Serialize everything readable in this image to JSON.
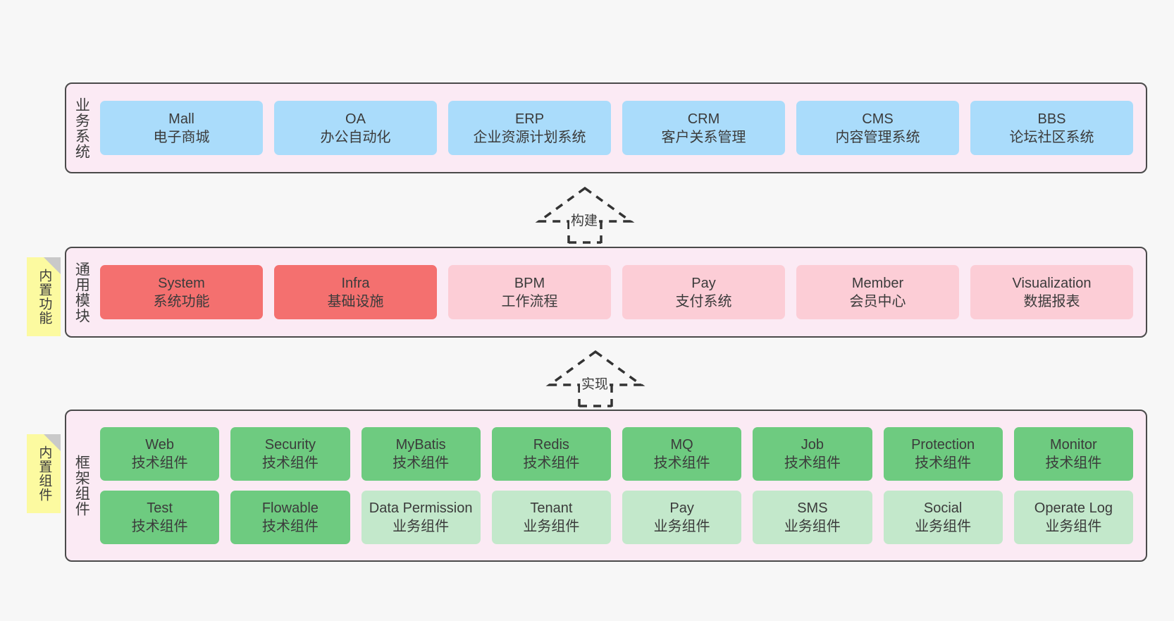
{
  "diagram": {
    "background_color": "#f7f7f7",
    "panel_color": "#fbeaf4",
    "panel_border_color": "#4a4a4a",
    "tag_color": "#fcfaa0"
  },
  "layers": [
    {
      "id": "business-systems",
      "title": "业务系统",
      "tag": null,
      "rows": [
        {
          "boxes": [
            {
              "en": "Mall",
              "cn": "电子商城",
              "color": "#aadcfb",
              "variant": "c-blue"
            },
            {
              "en": "OA",
              "cn": "办公自动化",
              "color": "#aadcfb",
              "variant": "c-blue"
            },
            {
              "en": "ERP",
              "cn": "企业资源计划系统",
              "color": "#aadcfb",
              "variant": "c-blue"
            },
            {
              "en": "CRM",
              "cn": "客户关系管理",
              "color": "#aadcfb",
              "variant": "c-blue"
            },
            {
              "en": "CMS",
              "cn": "内容管理系统",
              "color": "#aadcfb",
              "variant": "c-blue"
            },
            {
              "en": "BBS",
              "cn": "论坛社区系统",
              "color": "#aadcfb",
              "variant": "c-blue"
            }
          ]
        }
      ]
    },
    {
      "id": "common-modules",
      "title": "通用模块",
      "tag": "内置功能",
      "rows": [
        {
          "boxes": [
            {
              "en": "System",
              "cn": "系统功能",
              "color": "#f4706f",
              "variant": "c-red"
            },
            {
              "en": "Infra",
              "cn": "基础设施",
              "color": "#f4706f",
              "variant": "c-red"
            },
            {
              "en": "BPM",
              "cn": "工作流程",
              "color": "#fccdd6",
              "variant": "c-pink"
            },
            {
              "en": "Pay",
              "cn": "支付系统",
              "color": "#fccdd6",
              "variant": "c-pink"
            },
            {
              "en": "Member",
              "cn": "会员中心",
              "color": "#fccdd6",
              "variant": "c-pink"
            },
            {
              "en": "Visualization",
              "cn": "数据报表",
              "color": "#fccdd6",
              "variant": "c-pink"
            }
          ]
        }
      ]
    },
    {
      "id": "framework-components",
      "title": "框架组件",
      "tag": "内置组件",
      "rows": [
        {
          "boxes": [
            {
              "en": "Web",
              "cn": "技术组件",
              "color": "#6ecb80",
              "variant": "c-green"
            },
            {
              "en": "Security",
              "cn": "技术组件",
              "color": "#6ecb80",
              "variant": "c-green"
            },
            {
              "en": "MyBatis",
              "cn": "技术组件",
              "color": "#6ecb80",
              "variant": "c-green"
            },
            {
              "en": "Redis",
              "cn": "技术组件",
              "color": "#6ecb80",
              "variant": "c-green"
            },
            {
              "en": "MQ",
              "cn": "技术组件",
              "color": "#6ecb80",
              "variant": "c-green"
            },
            {
              "en": "Job",
              "cn": "技术组件",
              "color": "#6ecb80",
              "variant": "c-green"
            },
            {
              "en": "Protection",
              "cn": "技术组件",
              "color": "#6ecb80",
              "variant": "c-green"
            },
            {
              "en": "Monitor",
              "cn": "技术组件",
              "color": "#6ecb80",
              "variant": "c-green"
            }
          ]
        },
        {
          "boxes": [
            {
              "en": "Test",
              "cn": "技术组件",
              "color": "#6ecb80",
              "variant": "c-green"
            },
            {
              "en": "Flowable",
              "cn": "技术组件",
              "color": "#6ecb80",
              "variant": "c-green"
            },
            {
              "en": "Data Permission",
              "cn": "业务组件",
              "color": "#c3e8cb",
              "variant": "c-lightgreen"
            },
            {
              "en": "Tenant",
              "cn": "业务组件",
              "color": "#c3e8cb",
              "variant": "c-lightgreen"
            },
            {
              "en": "Pay",
              "cn": "业务组件",
              "color": "#c3e8cb",
              "variant": "c-lightgreen"
            },
            {
              "en": "SMS",
              "cn": "业务组件",
              "color": "#c3e8cb",
              "variant": "c-lightgreen"
            },
            {
              "en": "Social",
              "cn": "业务组件",
              "color": "#c3e8cb",
              "variant": "c-lightgreen"
            },
            {
              "en": "Operate Log",
              "cn": "业务组件",
              "color": "#c3e8cb",
              "variant": "c-lightgreen"
            }
          ]
        }
      ]
    }
  ],
  "connectors": [
    {
      "id": "build",
      "label": "构建",
      "direction": "up",
      "style": "dashed-generalization"
    },
    {
      "id": "implement",
      "label": "实现",
      "direction": "up",
      "style": "dashed-generalization"
    }
  ]
}
